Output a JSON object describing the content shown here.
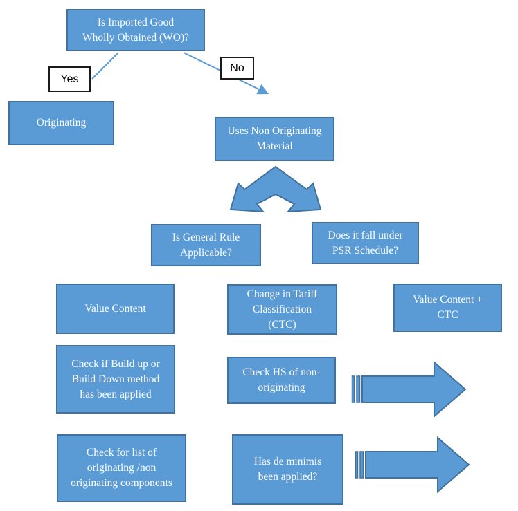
{
  "diagram": {
    "type": "flowchart",
    "topic": "Determination of origin for imported goods (WO / PSR rules)"
  },
  "nodes": {
    "wholly_obtained": {
      "label": "Is Imported Good\nWholly Obtained (WO)?"
    },
    "yes_tag": {
      "label": "Yes"
    },
    "no_tag": {
      "label": "No"
    },
    "originating": {
      "label": "Originating"
    },
    "uses_non_originating": {
      "label": "Uses Non Originating\nMaterial"
    },
    "general_rule": {
      "label": "Is General Rule\nApplicable?"
    },
    "psr_schedule": {
      "label": "Does it fall under\nPSR Schedule?"
    },
    "value_content": {
      "label": "Value Content"
    },
    "ctc": {
      "label": "Change in Tariff\nClassification\n(CTC)"
    },
    "value_content_ctc": {
      "label": "Value Content +\nCTC"
    },
    "build_up_down": {
      "label": "Check if Build up or\nBuild Down method\nhas been applied"
    },
    "check_hs": {
      "label": "Check HS of non-\noriginating"
    },
    "check_list": {
      "label": "Check for list of\noriginating /non\noriginating components"
    },
    "de_minimis": {
      "label": "Has de minimis\nbeen applied?"
    }
  },
  "colors": {
    "shape_fill": "#5B9BD5",
    "shape_border": "#41719C",
    "connector": "#5B9BD5",
    "node_text": "#FFFFFF",
    "tag_text": "#000000",
    "tag_border": "#1A1A1A",
    "background": "#FFFFFF"
  }
}
